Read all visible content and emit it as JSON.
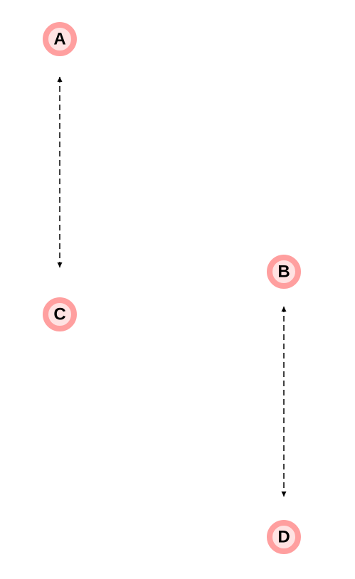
{
  "colors": {
    "node_ring": "#ff9f9f",
    "node_fill": "#ffe2e2",
    "edge": "#000000",
    "label": "#000000"
  },
  "nodes": [
    {
      "id": "A",
      "label": "A"
    },
    {
      "id": "B",
      "label": "B"
    },
    {
      "id": "C",
      "label": "C"
    },
    {
      "id": "D",
      "label": "D"
    }
  ],
  "edges": [
    {
      "from": "A",
      "to": "C",
      "style": "dashed",
      "arrows": "both"
    },
    {
      "from": "B",
      "to": "D",
      "style": "dashed",
      "arrows": "both"
    }
  ]
}
